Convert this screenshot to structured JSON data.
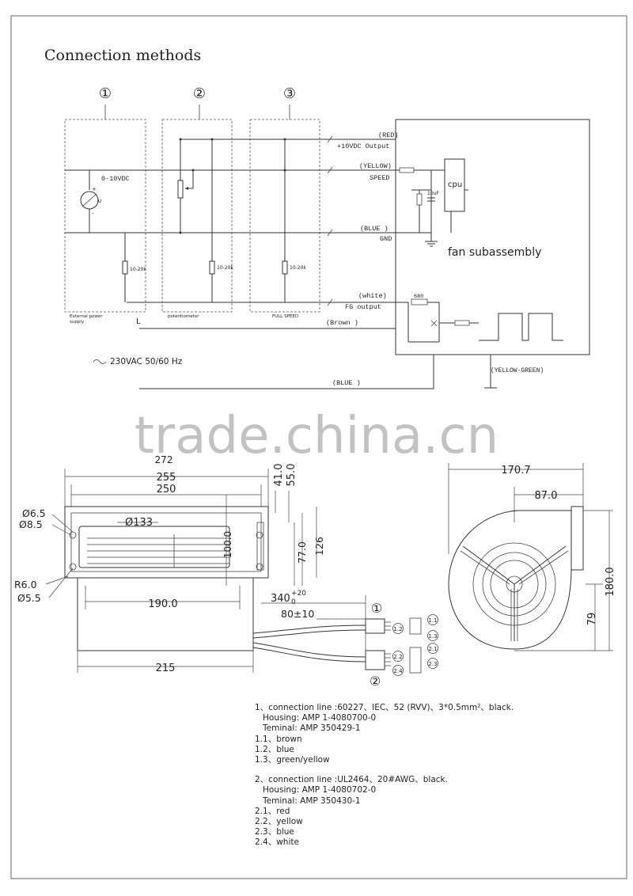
{
  "title": "Connection methods",
  "schematic": {
    "method_1": "①",
    "method_2": "②",
    "method_3": "③",
    "v_0_10": "0-10VDC",
    "plus": "+",
    "minus": "-",
    "u": "U",
    "r_label": "10-20k",
    "ext_supply_1": "External power",
    "ext_supply_2": "supply",
    "potentiometer": "potentiometer",
    "full_speed": "FULL SPEED",
    "red": "(RED)",
    "v10_output": "+10VDC Output",
    "yellow": "(YELLOW)",
    "speed": "SPEED",
    "blue1": "(BLUE )",
    "gnd": "GND",
    "white": "(white)",
    "fg_output": "FG output",
    "brown": "(Brown )",
    "blue2": "(BLUE )",
    "yellow_green": "(YELLOW-GREEN)",
    "cpu": "cpu",
    "cap": "10uF",
    "r680": "680",
    "fan_subassembly": "fan subassembly",
    "l": "L",
    "ac": "230VAC 50/60 Hz"
  },
  "watermark": "trade.china.cn",
  "drawing": {
    "d272": "272",
    "d255": "255",
    "d250": "250",
    "d41": "41.0",
    "d55": "55.0",
    "phi65": "Ø6.5",
    "phi85": "Ø8.5",
    "phi133": "Ø133",
    "d100": "100.0",
    "d77": "77.0",
    "d126": "126",
    "r60": "R6.0",
    "phi55": "Ø5.5",
    "d190": "190.0",
    "d340": "340",
    "d340_sup": "+20",
    "d340_sub": "0",
    "d80": "80±10",
    "d215": "215",
    "conn1": "①",
    "conn2": "②",
    "p11": "1.1",
    "p12": "1.2",
    "p13": "1.3",
    "p21": "2.1",
    "p22": "2.2",
    "p23": "2.3",
    "p24": "2.4",
    "d1707": "170.7",
    "d87": "87.0",
    "d180": "180.0",
    "d79": "79"
  },
  "notes": {
    "l1": "1、connection line :60227、IEC、52 (RVV)、3*0.5mm²、black.",
    "l2": "   Housing: AMP 1-4080700-0",
    "l3": "   Teminal: AMP 350429-1",
    "l4": "1.1、brown",
    "l5": "1.2、blue",
    "l6": "1.3、green/yellow",
    "l7": "2、connection line :UL2464、20#AWG、black.",
    "l8": "   Housing: AMP 1-4080702-0",
    "l9": "   Teminal: AMP 350430-1",
    "l10": "2.1、red",
    "l11": "2.2、yellow",
    "l12": "2.3、blue",
    "l13": "2.4、white"
  }
}
